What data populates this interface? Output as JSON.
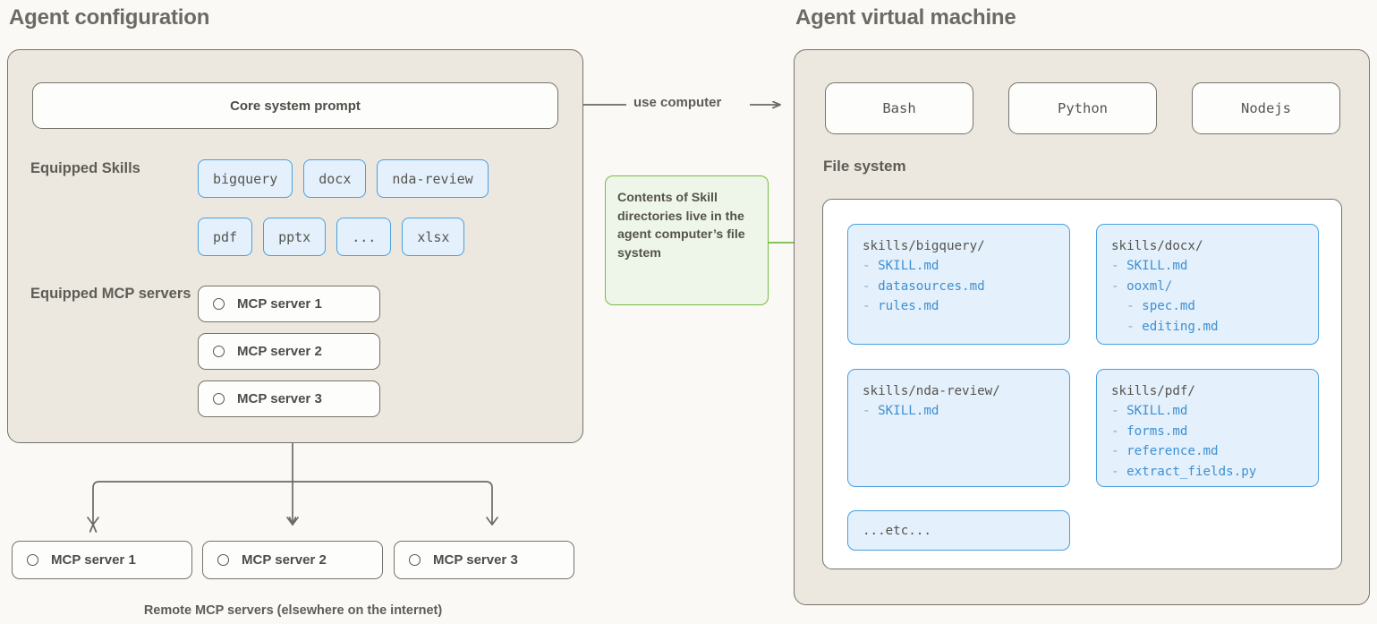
{
  "sections": {
    "agent_config_title": "Agent configuration",
    "agent_vm_title": "Agent virtual machine"
  },
  "agent_config": {
    "core_system_prompt": "Core system prompt",
    "skills_label": "Equipped Skills",
    "skills_row_1": [
      "bigquery",
      "docx",
      "nda-review"
    ],
    "skills_row_2": [
      "pdf",
      "pptx",
      "...",
      "xlsx"
    ],
    "mcp_label": "Equipped MCP servers",
    "mcp_servers": [
      "MCP server 1",
      "MCP server 2",
      "MCP server 3"
    ]
  },
  "remote": {
    "servers": [
      "MCP server 1",
      "MCP server 2",
      "MCP server 3"
    ],
    "caption": "Remote MCP servers (elsewhere on the internet)"
  },
  "connector": {
    "use_computer_label": "use computer"
  },
  "callout": {
    "text": "Contents of Skill directories live in the agent computer’s file system"
  },
  "agent_vm": {
    "runtimes": [
      "Bash",
      "Python",
      "Nodejs"
    ],
    "file_system_label": "File system",
    "directories": [
      {
        "name": "skills/bigquery/",
        "entries": [
          {
            "indent": 0,
            "dash": "-",
            "text": "SKILL.md"
          },
          {
            "indent": 0,
            "dash": "-",
            "text": "datasources.md"
          },
          {
            "indent": 0,
            "dash": "-",
            "text": "rules.md"
          }
        ]
      },
      {
        "name": "skills/docx/",
        "entries": [
          {
            "indent": 0,
            "dash": "-",
            "text": "SKILL.md"
          },
          {
            "indent": 0,
            "dash": "-",
            "text": "ooxml/"
          },
          {
            "indent": 1,
            "dash": "-",
            "text": "spec.md"
          },
          {
            "indent": 1,
            "dash": "-",
            "text": "editing.md"
          }
        ]
      },
      {
        "name": "skills/nda-review/",
        "entries": [
          {
            "indent": 0,
            "dash": "-",
            "text": "SKILL.md"
          }
        ]
      },
      {
        "name": "skills/pdf/",
        "entries": [
          {
            "indent": 0,
            "dash": "-",
            "text": "SKILL.md"
          },
          {
            "indent": 0,
            "dash": "-",
            "text": "forms.md"
          },
          {
            "indent": 0,
            "dash": "-",
            "text": "reference.md"
          },
          {
            "indent": 0,
            "dash": "-",
            "text": "extract_fields.py"
          }
        ]
      }
    ],
    "etc_label": "...etc..."
  },
  "colors": {
    "page_background": "#faf9f5",
    "panel_background": "#ece8df",
    "panel_border": "#76736c",
    "skill_chip_fill": "#e4f0fb",
    "skill_chip_border": "#49a0de",
    "skill_entry_text": "#3d90d4",
    "callout_border": "#76bb43",
    "callout_fill": "#eef5e9",
    "heading_text": "#6b6a63"
  }
}
